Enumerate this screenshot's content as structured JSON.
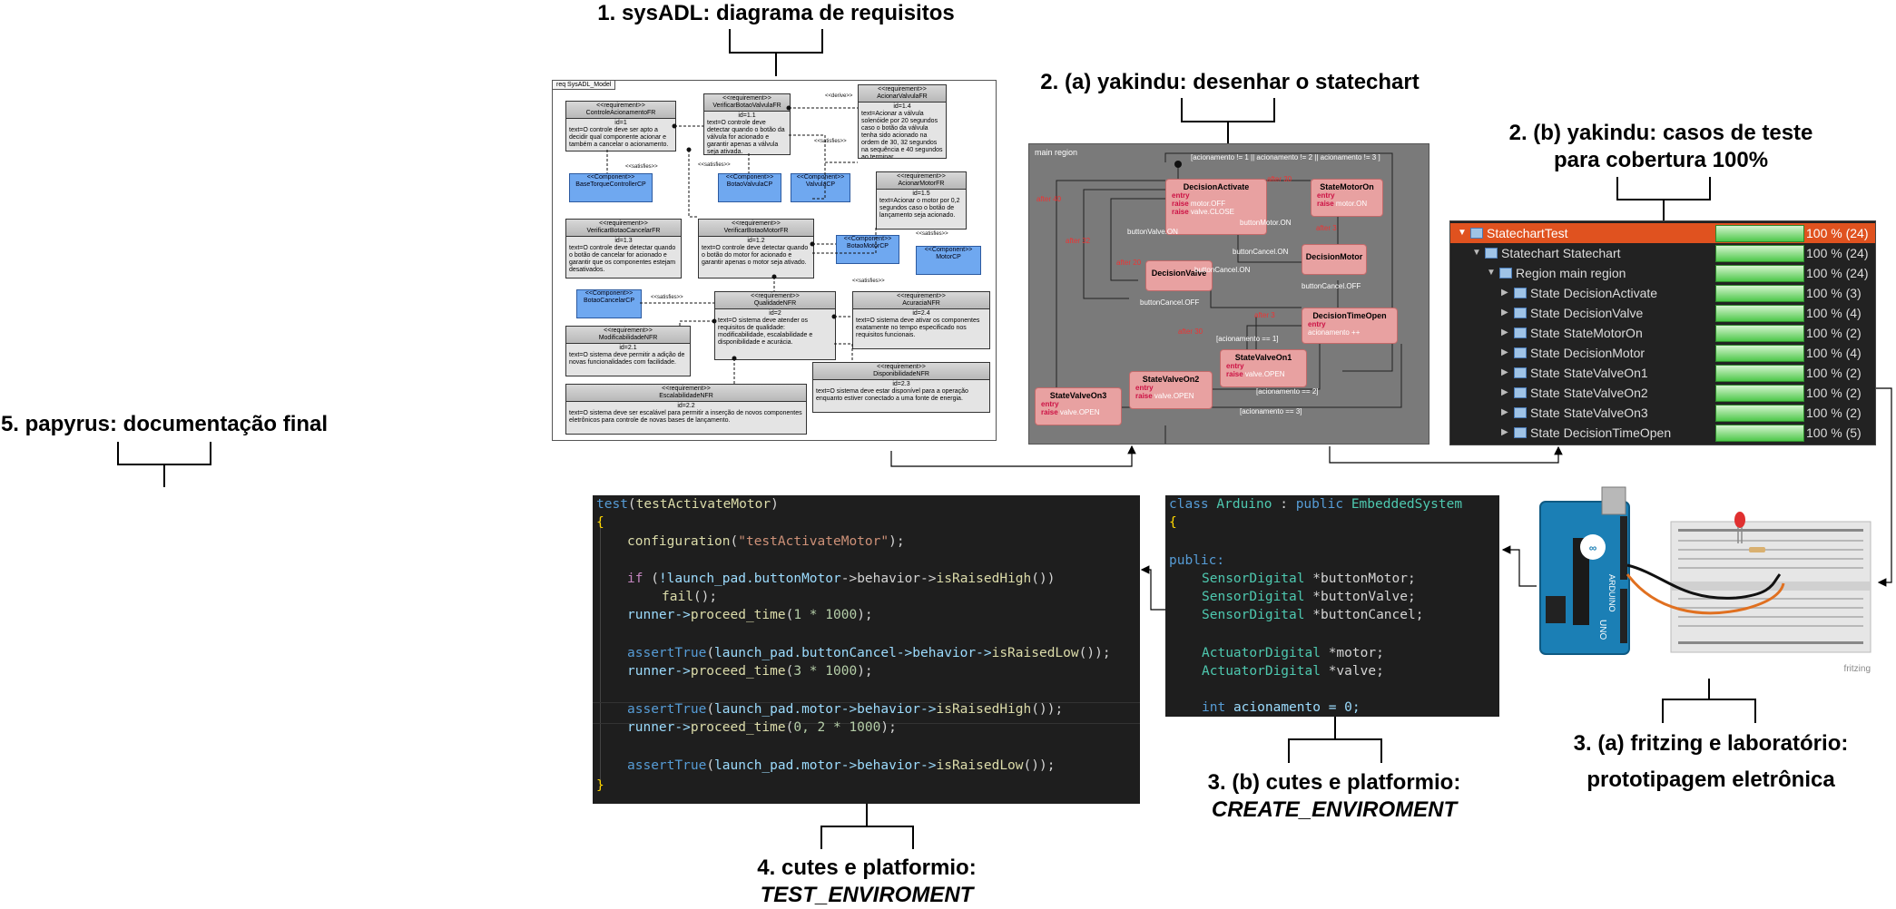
{
  "captions": {
    "c1": "1. sysADL: diagrama de requisitos",
    "c2a": "2. (a) yakindu: desenhar o statechart",
    "c2b_l1": "2. (b) yakindu: casos de teste",
    "c2b_l2": "para cobertura 100%",
    "c3a_l1": "3. (a) fritzing e laboratório:",
    "c3a_l2": "prototipagem eletrônica",
    "c3b_l1": "3. (b) cutes e platformio:",
    "c3b_l2": "CREATE_ENVIROMENT",
    "c4_l1": "4. cutes e platformio:",
    "c4_l2": "TEST_ENVIROMENT",
    "c5": "5. papyrus: documentação final"
  },
  "sysadl": {
    "tab": "req SysADL_Model",
    "requirements": [
      {
        "stereo": "<<requirement>>",
        "name": "ControleAcionamentoFR",
        "id": "id=1",
        "text": "text=O controle deve ser apto a decidir qual componente acionar e também a cancelar o acionamento."
      },
      {
        "stereo": "<<requirement>>",
        "name": "VerificarBotaoValvulaFR",
        "id": "id=1.1",
        "text": "text=O controle deve detectar quando o botão da válvula for acionado e garantir apenas a válvula seja ativada."
      },
      {
        "stereo": "<<requirement>>",
        "name": "AcionarValvulaFR",
        "id": "id=1.4",
        "text": "text=Acionar a válvula solenóide por 20 segundos caso o botão da válvula tenha sido acionado na ordem de 30, 32 segundos na sequência e 40 segundos ao terminar."
      },
      {
        "stereo": "<<requirement>>",
        "name": "AcionarMotorFR",
        "id": "id=1.5",
        "text": "text=Acionar o motor por 0,2 segundos caso o botão de lançamento seja acionado."
      },
      {
        "stereo": "<<requirement>>",
        "name": "VerificarBotaoCancelarFR",
        "id": "id=1.3",
        "text": "text=O controle deve detectar quando o botão de cancelar for acionado e garantir que os componentes estejam desativados."
      },
      {
        "stereo": "<<requirement>>",
        "name": "VerificarBotaoMotorFR",
        "id": "id=1.2",
        "text": "text=O controle deve detectar quando o botão do motor for acionado e garantir apenas o motor seja ativado."
      },
      {
        "stereo": "<<requirement>>",
        "name": "QualidadeNFR",
        "id": "id=2",
        "text": "text=O sistema deve atender os requisitos de qualidade: modificabilidade, escalabilidade e disponibilidade e acurácia."
      },
      {
        "stereo": "<<requirement>>",
        "name": "AcuraciaNFR",
        "id": "id=2.4",
        "text": "text=O sistema deve ativar os componentes exatamente no tempo especificado nos requisitos funcionais."
      },
      {
        "stereo": "<<requirement>>",
        "name": "ModificabilidadeNFR",
        "id": "id=2.1",
        "text": "text=O sistema deve permitir a adição de novas funcionalidades com facilidade."
      },
      {
        "stereo": "<<requirement>>",
        "name": "DisponibilidadeNFR",
        "id": "id=2.3",
        "text": "text=O sistema deve estar disponível para a operação enquanto estiver conectado a uma fonte de energia."
      },
      {
        "stereo": "<<requirement>>",
        "name": "EscalabilidadeNFR",
        "id": "id=2.2",
        "text": "text=O sistema deve ser escalável para permitir a inserção de novos componentes eletrônicos para controle de novas bases de lançamento."
      }
    ],
    "components": [
      {
        "stereo": "<<Component>>",
        "name": "BaseTorqueControllerCP"
      },
      {
        "stereo": "<<Component>>",
        "name": "BotaoValvulaCP"
      },
      {
        "stereo": "<<Component>>",
        "name": "ValvulaCP"
      },
      {
        "stereo": "<<Component>>",
        "name": "BotaoMotorCP"
      },
      {
        "stereo": "<<Component>>",
        "name": "MotorCP"
      },
      {
        "stereo": "<<Component>>",
        "name": "BotaoCancelarCP"
      }
    ],
    "relations": {
      "satisfies": "<<satisfies>>",
      "derive": "<<derive>>"
    }
  },
  "yakindu": {
    "region": "main region",
    "states": [
      {
        "name": "DecisionActivate",
        "lines": [
          [
            "entry",
            ""
          ],
          [
            "raise",
            "motor.OFF"
          ],
          [
            "raise",
            "valve.CLOSE"
          ]
        ]
      },
      {
        "name": "StateMotorOn",
        "lines": [
          [
            "entry",
            ""
          ],
          [
            "raise",
            "motor.ON"
          ]
        ]
      },
      {
        "name": "DecisionValve",
        "lines": []
      },
      {
        "name": "DecisionMotor",
        "lines": []
      },
      {
        "name": "DecisionTimeOpen",
        "lines": [
          [
            "entry",
            ""
          ],
          [
            "",
            "acionamento ++"
          ]
        ]
      },
      {
        "name": "StateValveOn1",
        "lines": [
          [
            "entry",
            ""
          ],
          [
            "raise",
            "valve.OPEN"
          ]
        ]
      },
      {
        "name": "StateValveOn2",
        "lines": [
          [
            "entry",
            ""
          ],
          [
            "raise",
            "valve.OPEN"
          ]
        ]
      },
      {
        "name": "StateValveOn3",
        "lines": [
          [
            "entry",
            ""
          ],
          [
            "raise",
            "valve.OPEN"
          ]
        ]
      }
    ],
    "transitions": {
      "t_top": "[acionamento != 1 || acionamento != 2 || acionamento != 3 ]",
      "after40": "after 40",
      "after32": "after 32",
      "after20": "after 20",
      "after30": "after 30",
      "after3": "after 3",
      "after30b": "after 30",
      "after3b": "after 3",
      "bv_on": "buttonValve.ON",
      "bc_on": "buttonCancel.ON",
      "bm_on": "buttonMotor.ON",
      "bc_on2": "buttonCancel.ON",
      "bc_off": "buttonCancel.OFF",
      "bc_off2": "buttonCancel.OFF",
      "acion1": "[acionamento == 1]",
      "acion2": "[acionamento == 2]",
      "acion3": "[acionamento == 3]"
    }
  },
  "tree": {
    "rows": [
      {
        "label": "StatechartTest",
        "pct": "100 % (24)"
      },
      {
        "label": "Statechart Statechart",
        "pct": "100 % (24)"
      },
      {
        "label": "Region main region",
        "pct": "100 % (24)"
      },
      {
        "label": "State DecisionActivate",
        "pct": "100 % (3)"
      },
      {
        "label": "State DecisionValve",
        "pct": "100 % (4)"
      },
      {
        "label": "State StateMotorOn",
        "pct": "100 % (2)"
      },
      {
        "label": "State DecisionMotor",
        "pct": "100 % (4)"
      },
      {
        "label": "State StateValveOn1",
        "pct": "100 % (2)"
      },
      {
        "label": "State StateValveOn2",
        "pct": "100 % (2)"
      },
      {
        "label": "State StateValveOn3",
        "pct": "100 % (2)"
      },
      {
        "label": "State DecisionTimeOpen",
        "pct": "100 % (5)"
      }
    ],
    "coverage": [
      1,
      1,
      1,
      1,
      1,
      1,
      1,
      1,
      1,
      1,
      1
    ]
  },
  "fritzing": {
    "watermark": "fritzing",
    "board": "UNO",
    "brand": "ARDUINO"
  },
  "create_env_code": {
    "l1_kw": "class",
    "l1_cls": "Arduino",
    "l1_sep": " : ",
    "l1_pub": "public",
    "l1_base": "EmbeddedSystem",
    "l2": "{",
    "l4": "public:",
    "l5_t": "SensorDigital",
    "l5_v": "*buttonMotor;",
    "l6_t": "SensorDigital",
    "l6_v": "*buttonValve;",
    "l7_t": "SensorDigital",
    "l7_v": "*buttonCancel;",
    "l9_t": "ActuatorDigital",
    "l9_v": "*motor;",
    "l10_t": "ActuatorDigital",
    "l10_v": "*valve;",
    "l12_t": "int",
    "l12_v": "acionamento = 0;"
  },
  "test_env_code": {
    "l1_fn": "test",
    "l1_arg": "testActivateMotor",
    "l2": "{",
    "l3_fn": "configuration",
    "l3_str": "\"testActivateMotor\"",
    "l5_kw": "if",
    "l5_a": "!launch_pad.",
    "l5_b": "buttonMotor",
    "l5_c": "->behavior->",
    "l5_fn": "isRaisedHigh",
    "l6_fn": "fail",
    "l7_a": "runner->",
    "l7_fn": "proceed_time",
    "l7_n": "1 * 1000",
    "l9_fn": "assertTrue",
    "l9_a": "launch_pad.buttonCancel->behavior->",
    "l9_fn2": "isRaisedLow",
    "l10_a": "runner->",
    "l10_fn": "proceed_time",
    "l10_n": "3 * 1000",
    "l12_fn": "assertTrue",
    "l12_a": "launch_pad.motor->behavior->",
    "l12_fn2": "isRaisedHigh",
    "l13_a": "runner->",
    "l13_fn": "proceed_time",
    "l13_n": "0, 2 * 1000",
    "l15_fn": "assertTrue",
    "l15_a": "launch_pad.motor->behavior->",
    "l15_fn2": "isRaisedLow",
    "l16": "}"
  }
}
